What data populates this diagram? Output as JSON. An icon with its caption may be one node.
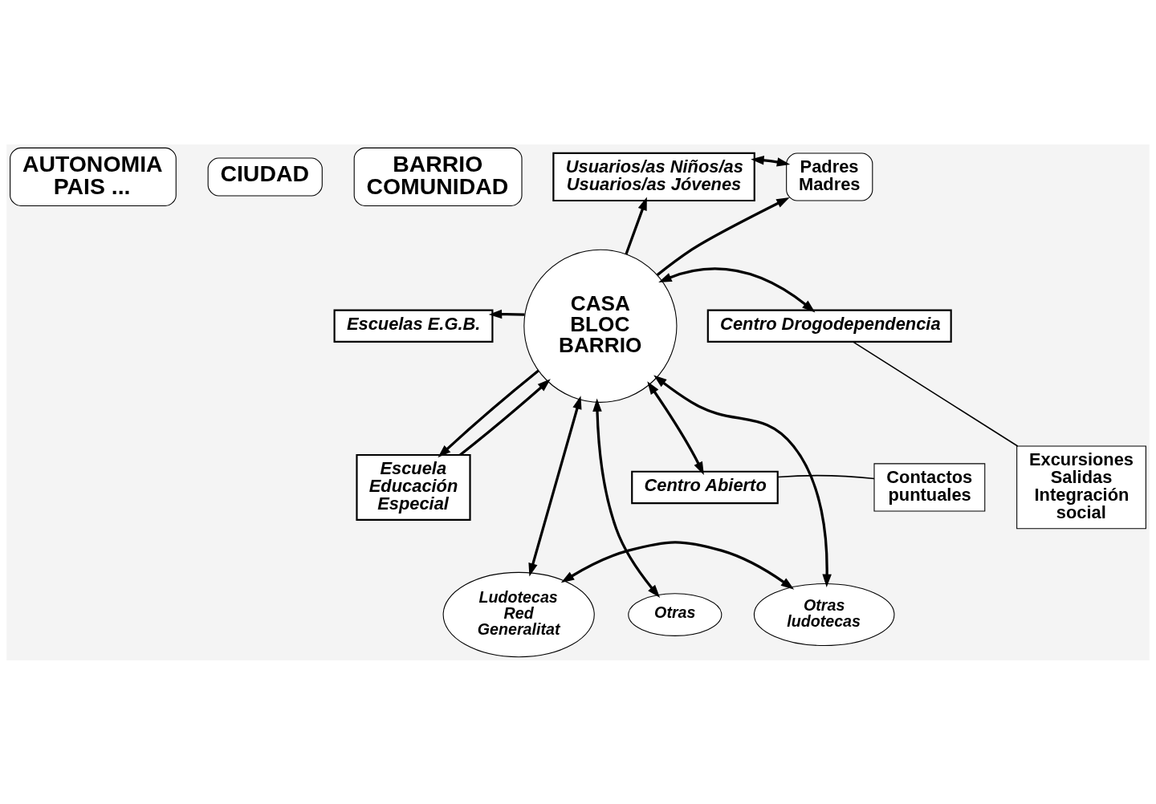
{
  "diagram": {
    "nodes": [
      {
        "text": [
          "AUTONOMIA",
          "PAIS ..."
        ]
      },
      {
        "text": [
          "CIUDAD"
        ]
      },
      {
        "text": [
          "BARRIO",
          "COMUNIDAD"
        ]
      },
      {
        "text": [
          "Usuarios/as Niños/as",
          "Usuarios/as Jóvenes"
        ]
      },
      {
        "text": [
          "Padres Madres"
        ]
      },
      {
        "text": [
          "Centro Drogodependencia"
        ]
      },
      {
        "text": [
          "CASA BLOC BARRIO"
        ]
      },
      {
        "text": [
          "Excursiones Salidas Integración social"
        ]
      },
      {
        "text": [
          "Escuelas E.G.B."
        ]
      },
      {
        "text": [
          "Centro Abierto"
        ]
      },
      {
        "text": [
          "Contactos puntuales"
        ]
      },
      {
        "text": [
          "Escuela Educación Especial"
        ]
      },
      {
        "text": [
          "Ludotecas Red Generalitat"
        ]
      },
      {
        "text": [
          "Otras ludotecas"
        ]
      },
      {
        "text": [
          "Otras"
        ]
      }
    ],
    "edges": [
      {
        "from": 3,
        "to": 4,
        "arrow": "both"
      },
      {
        "from": 6,
        "to": 3,
        "arrow": "to"
      },
      {
        "from": 6,
        "to": 4,
        "arrow": "to"
      },
      {
        "from": 6,
        "to": 5,
        "arrow": "both"
      },
      {
        "from": 7,
        "to": 5,
        "arrow": "none"
      },
      {
        "from": 6,
        "to": 8,
        "arrow": "to"
      },
      {
        "from": 6,
        "to": 9,
        "arrow": "both"
      },
      {
        "from": 10,
        "to": 9,
        "arrow": "none"
      },
      {
        "from": 6,
        "to": 11,
        "arrow": "to"
      },
      {
        "from": 11,
        "to": 6,
        "arrow": "to"
      },
      {
        "from": 6,
        "to": 12,
        "arrow": "both"
      },
      {
        "from": 6,
        "to": 13,
        "arrow": "both"
      },
      {
        "from": 6,
        "to": 14,
        "arrow": "both"
      },
      {
        "from": 12,
        "to": 13,
        "arrow": "both"
      }
    ]
  }
}
